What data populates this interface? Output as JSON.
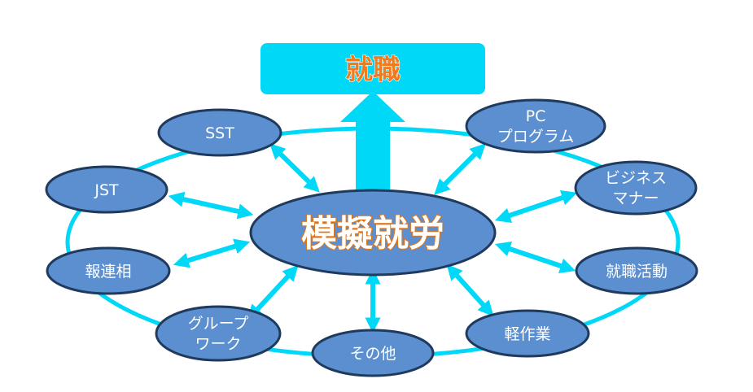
{
  "goal": {
    "label": "就職"
  },
  "center": {
    "label": "模擬就労"
  },
  "nodes": {
    "sst": {
      "line1": "SST",
      "line2": ""
    },
    "jst": {
      "line1": "JST",
      "line2": ""
    },
    "horenso": {
      "line1": "報連相",
      "line2": ""
    },
    "group_work": {
      "line1": "グループ",
      "line2": "ワーク"
    },
    "other": {
      "line1": "その他",
      "line2": ""
    },
    "light_work": {
      "line1": "軽作業",
      "line2": ""
    },
    "job_hunting": {
      "line1": "就職活動",
      "line2": ""
    },
    "business_manner": {
      "line1": "ビジネス",
      "line2": "マナー"
    },
    "pc_program": {
      "line1": "PC",
      "line2": "プログラム"
    }
  },
  "colors": {
    "arrow": "#00d8f8",
    "goal_box": "#00d8f8",
    "node_fill": "#5b8fcf",
    "node_stroke": "#1f3a5c"
  }
}
